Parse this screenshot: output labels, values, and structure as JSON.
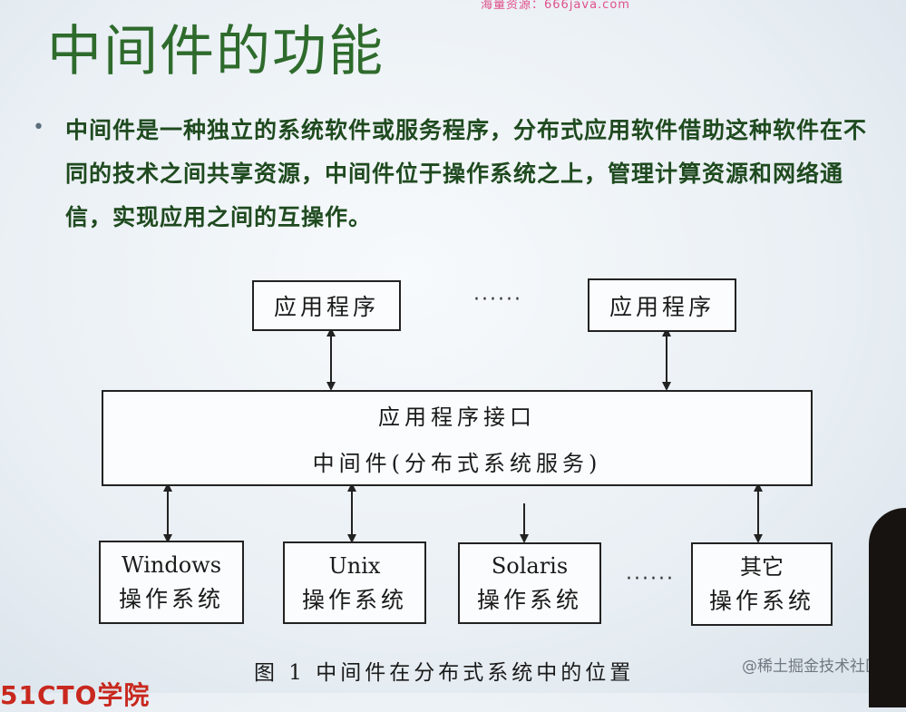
{
  "watermark_top": "海量资源：666java.com",
  "slide": {
    "title": "中间件的功能",
    "bullet": "中间件是一种独立的系统软件或服务程序，分布式应用软件借助这种软件在不同的技术之间共享资源，中间件位于操作系统之上，管理计算资源和网络通信，实现应用之间的互操作。"
  },
  "diagram": {
    "apps": [
      "应用程序",
      "应用程序"
    ],
    "app_ellipsis": "······",
    "api_layer": "应用程序接口",
    "middleware_layer": "中间件(分布式系统服务)",
    "os_systems": [
      {
        "name": "Windows",
        "label": "操作系统"
      },
      {
        "name": "Unix",
        "label": "操作系统"
      },
      {
        "name": "Solaris",
        "label": "操作系统"
      },
      {
        "name": "其它",
        "label": "操作系统"
      }
    ],
    "os_ellipsis": "······",
    "caption": "图 1  中间件在分布式系统中的位置"
  },
  "watermark_bottom": "@稀土掘金技术社区",
  "corner_logo": "51CTO学院",
  "colors": {
    "title": "#2e6b2c",
    "bullet_text": "#1f4a1f",
    "diagram_line": "#222222"
  }
}
